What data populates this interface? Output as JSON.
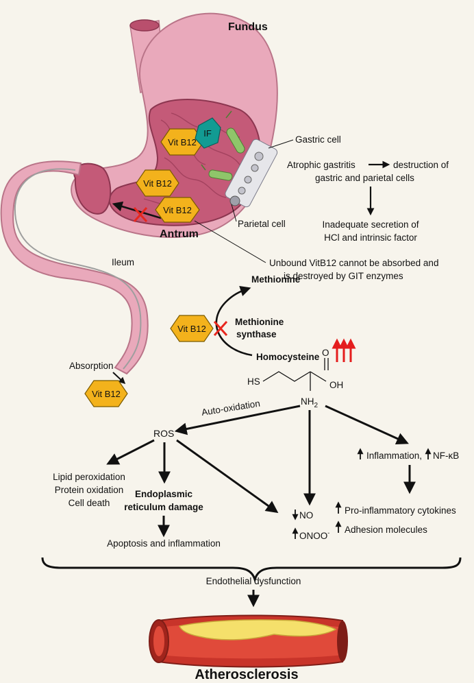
{
  "labels": {
    "fundus": "Fundus",
    "antrum": "Antrum",
    "gastric_cell": "Gastric cell",
    "parietal_cell": "Parietal cell",
    "ileum": "Ileum",
    "absorption": "Absorption",
    "vitb12": "Vit B12",
    "if": "IF",
    "atrophic_line1": "Atrophic gastritis",
    "atrophic_line1b": "destruction of",
    "atrophic_line2": "gastric and parietal cells",
    "inadequate_line1": "Inadequate secretion of",
    "inadequate_line2": "HCl and intrinsic factor",
    "unbound_line1": "Unbound  VitB12 cannot be absorbed and",
    "unbound_line2": "is destroyed by GIT enzymes",
    "methionine": "Methionine",
    "methionine_synthase_1": "Methionine",
    "methionine_synthase_2": "synthase",
    "homocysteine": "Homocysteine",
    "mol_hs": "HS",
    "mol_o": "O",
    "mol_oh": "OH",
    "mol_nh2": "NH",
    "mol_nh2_sub": "2",
    "auto_oxidation": "Auto-oxidation",
    "ros": "ROS",
    "lipid": "Lipid peroxidation",
    "protein": "Protein oxidation",
    "celldeath": "Cell death",
    "er_1": "Endoplasmic",
    "er_2": "reticulum damage",
    "apoptosis": "Apoptosis and inflammation",
    "no": "NO",
    "onoo": "ONOO",
    "onoo_sup": "-",
    "inflammation": "Inflammation,",
    "nfkb": "NF-κB",
    "cytokines": "Pro-inflammatory cytokines",
    "adhesion": "Adhesion molecules",
    "endothelial": "Endothelial dysfunction",
    "atherosclerosis": "Atherosclerosis"
  },
  "colors": {
    "stomach_outer": "#e9a9bb",
    "stomach_inner": "#b94f6d",
    "hexagon": "#f3b21c",
    "if_hex": "#129b93",
    "cross": "#e8271e",
    "up_arrows": "#e41d1d",
    "vessel_wall": "#c8342a",
    "plaque": "#f5e06b"
  }
}
